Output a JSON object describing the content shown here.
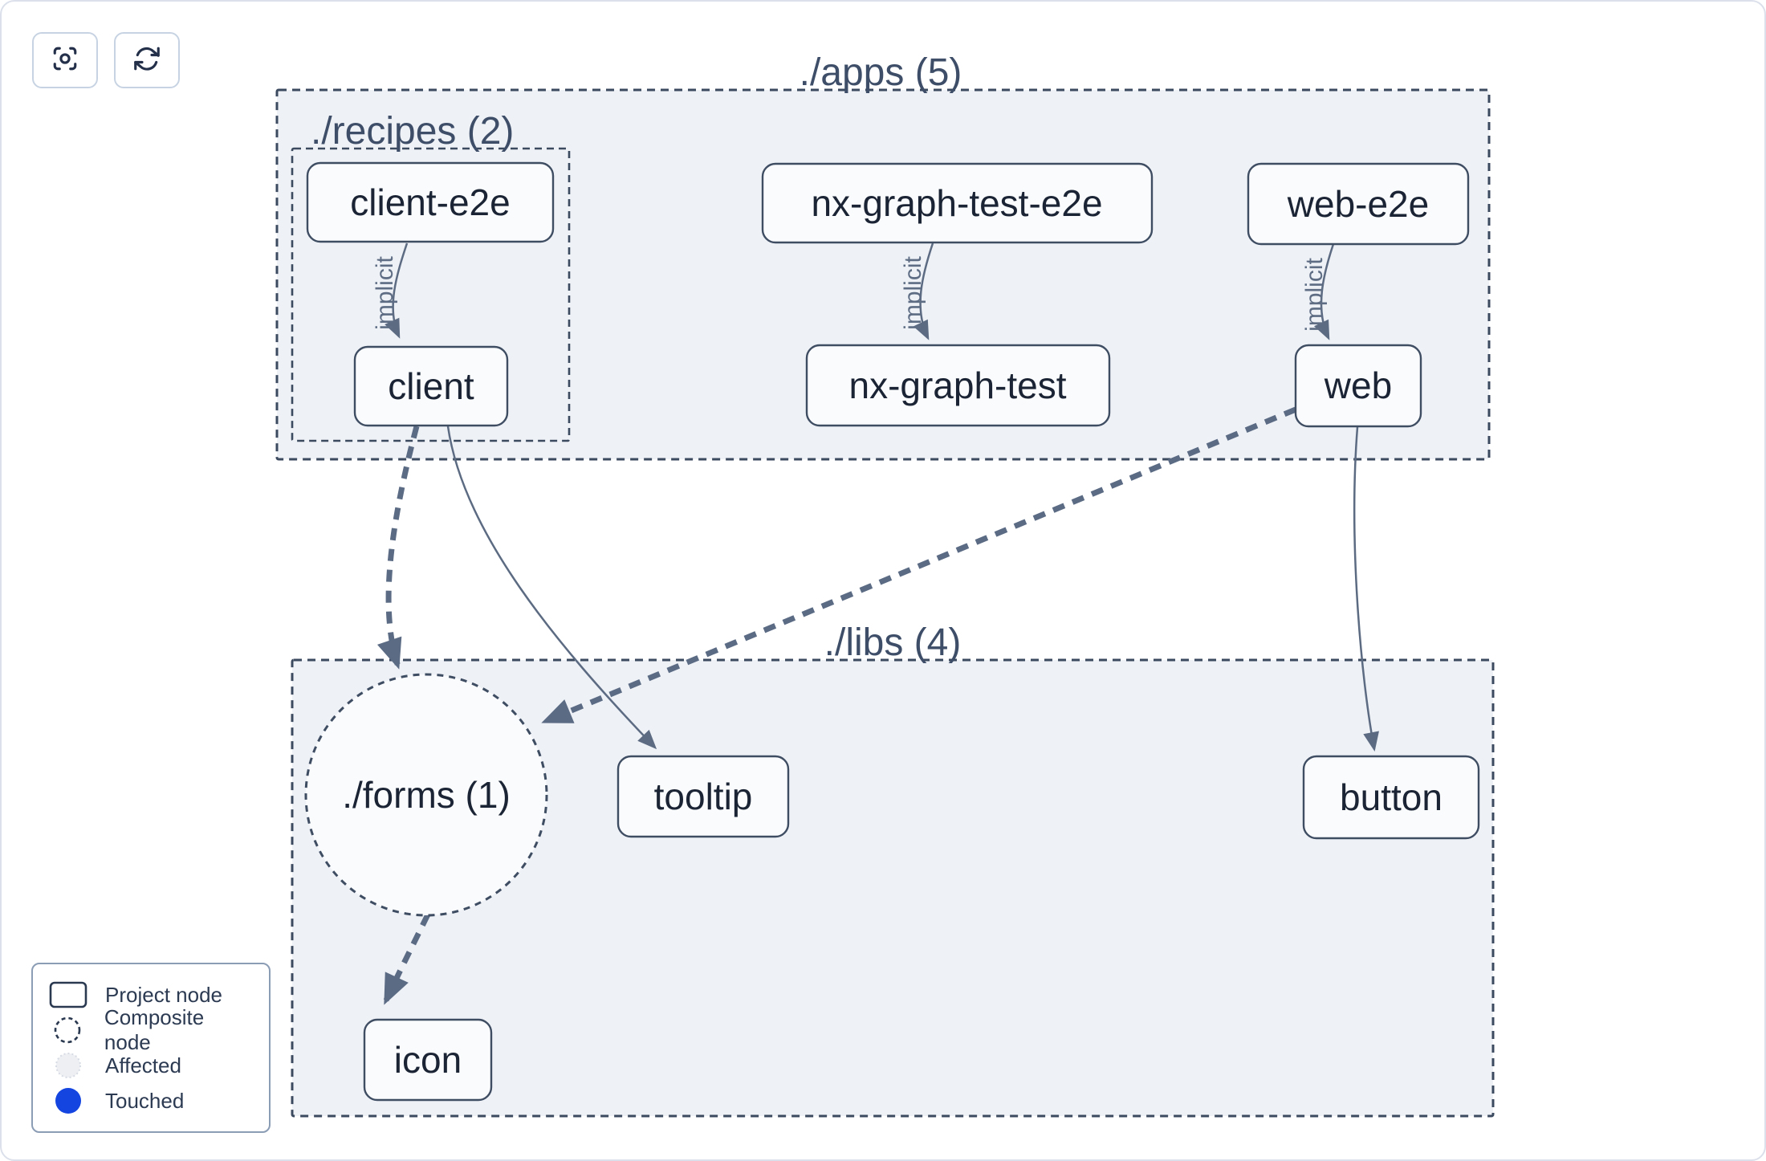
{
  "toolbar": {
    "buttons": [
      {
        "name": "focus-button",
        "icon": "focus-crosshair-icon"
      },
      {
        "name": "refresh-button",
        "icon": "refresh-icon"
      }
    ]
  },
  "graph": {
    "groups": {
      "apps": {
        "label": "./apps (5)"
      },
      "recipes": {
        "label": "./recipes (2)"
      },
      "libs": {
        "label": "./libs (4)"
      },
      "forms": {
        "label": "./forms (1)"
      }
    },
    "nodes": {
      "client_e2e": {
        "label": "client-e2e"
      },
      "client": {
        "label": "client"
      },
      "nx_graph_test_e2e": {
        "label": "nx-graph-test-e2e"
      },
      "nx_graph_test": {
        "label": "nx-graph-test"
      },
      "web_e2e": {
        "label": "web-e2e"
      },
      "web": {
        "label": "web"
      },
      "tooltip": {
        "label": "tooltip"
      },
      "button": {
        "label": "button"
      },
      "icon": {
        "label": "icon"
      }
    },
    "edges": {
      "client_e2e_to_client": {
        "label": "implicit"
      },
      "nx_e2e_to_nx": {
        "label": "implicit"
      },
      "web_e2e_to_web": {
        "label": "implicit"
      }
    }
  },
  "legend": {
    "items": [
      {
        "icon": "project-node-icon",
        "label": "Project node"
      },
      {
        "icon": "composite-node-icon",
        "label": "Composite node"
      },
      {
        "icon": "affected-icon",
        "label": "Affected"
      },
      {
        "icon": "touched-icon",
        "label": "Touched"
      }
    ]
  },
  "colors": {
    "touched": "#1445e0",
    "affected_fill": "#edeff3",
    "container_fill": "#eef1f6",
    "node_fill": "#fafbfd",
    "node_border": "#3f4d63",
    "edge": "#5c6b82",
    "text_dark": "#1b2434",
    "group_title": "#3e4e68"
  }
}
